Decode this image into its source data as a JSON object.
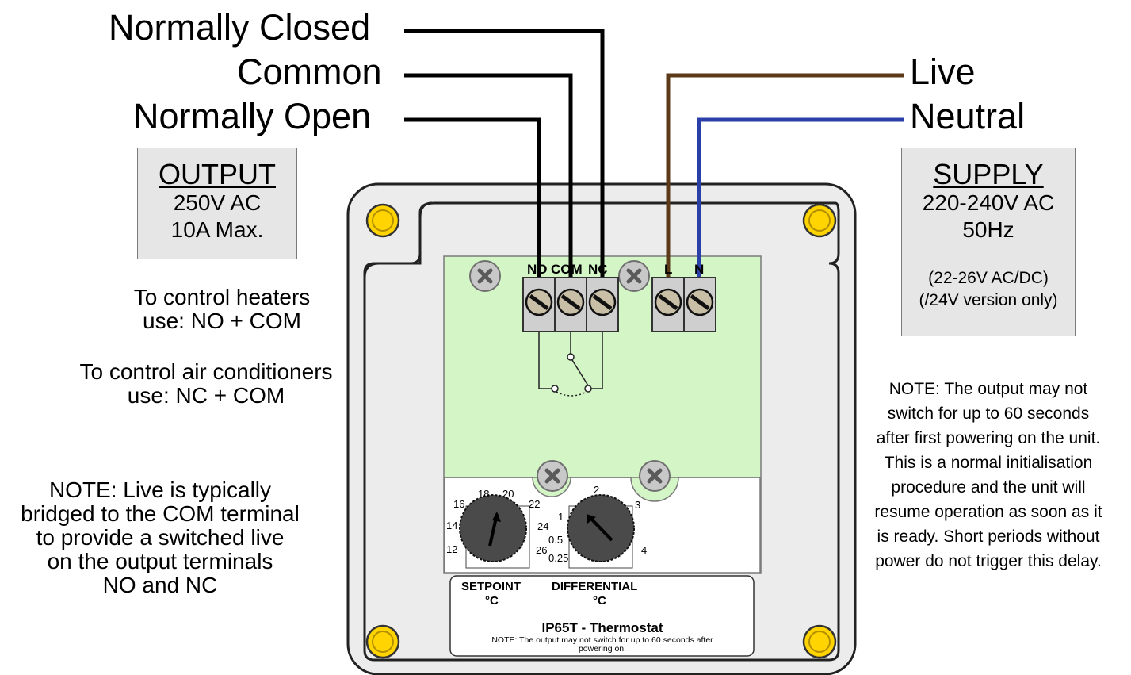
{
  "wire_labels": {
    "normally_closed": "Normally Closed",
    "common": "Common",
    "normally_open": "Normally Open",
    "live": "Live",
    "neutral": "Neutral"
  },
  "output_box": {
    "title": "OUTPUT",
    "line1": "250V AC",
    "line2": "10A Max."
  },
  "supply_box": {
    "title": "SUPPLY",
    "line1": "220-240V AC",
    "line2": "50Hz",
    "line3": "(22-26V AC/DC)",
    "line4": "(/24V version only)"
  },
  "notes": {
    "heaters_1": "To control heaters",
    "heaters_2": "use: NO + COM",
    "aircon_1": "To control air conditioners",
    "aircon_2": "use: NC + COM",
    "live_1": "NOTE:  Live is typically",
    "live_2": "bridged to the COM terminal",
    "live_3": "to provide a switched live",
    "live_4": "on the output terminals",
    "live_5": "NO and NC",
    "delay_1": "NOTE:  The output may not",
    "delay_2": "switch for up to 60 seconds",
    "delay_3": "after first powering on the unit.",
    "delay_4": "This is a normal initialisation",
    "delay_5": "procedure and the unit will",
    "delay_6": "resume operation as soon as it",
    "delay_7": "is ready.  Short periods without",
    "delay_8": "power do not trigger this delay."
  },
  "terminals": {
    "no": "NO",
    "com": "COM",
    "nc": "NC",
    "l": "L",
    "n": "N"
  },
  "setpoint_dial": {
    "ticks": [
      "12",
      "14",
      "16",
      "18",
      "20",
      "22",
      "24",
      "26"
    ]
  },
  "differential_dial": {
    "ticks": [
      "0.25",
      "0.5",
      "1",
      "2",
      "3",
      "4"
    ]
  },
  "label_panel": {
    "setpoint": "SETPOINT",
    "setpoint_unit": "°C",
    "differential": "DIFFERENTIAL",
    "differential_unit": "°C",
    "product": "IP65T - Thermostat",
    "note_1": "NOTE:  The output may not switch for up to 60 seconds after",
    "note_2": "powering on."
  },
  "colors": {
    "live_wire": "#5b3a1a",
    "neutral_wire": "#2a3fa8",
    "signal_wire": "#000000",
    "board": "#d4f5c6",
    "screw_cap": "#ffd400",
    "terminal_block": "#cfcfcf",
    "dial": "#4a4a4a"
  }
}
